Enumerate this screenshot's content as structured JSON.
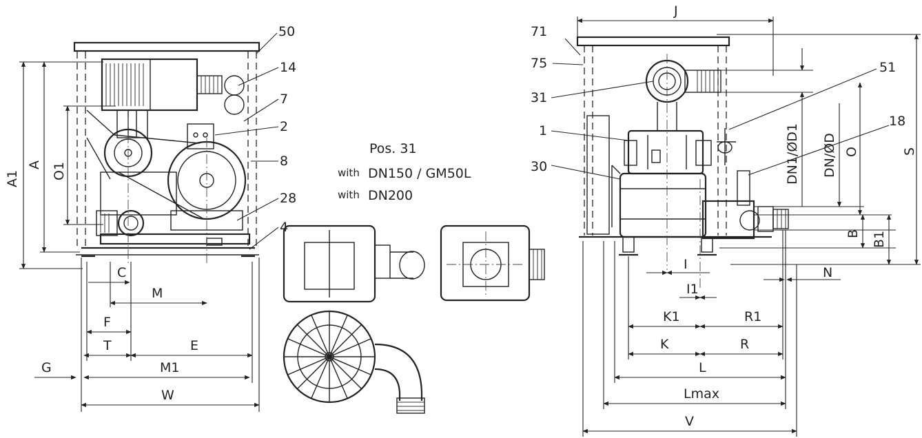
{
  "left_view": {
    "pos_labels": [
      "50",
      "14",
      "7",
      "2",
      "8",
      "28",
      "4"
    ],
    "dims": [
      "A1",
      "A",
      "O1",
      "C",
      "M",
      "F",
      "T",
      "E",
      "G",
      "M1",
      "W"
    ]
  },
  "center": {
    "title": "Pos. 31",
    "variants": [
      {
        "prefix": "with",
        "text": "DN150 / GM50L"
      },
      {
        "prefix": "with",
        "text": "DN200"
      }
    ]
  },
  "right_view": {
    "pos_labels": [
      "71",
      "75",
      "31",
      "1",
      "30",
      "51",
      "18"
    ],
    "dims_top": [
      "J"
    ],
    "dims_right": [
      "DN1/ØD1",
      "DN/ØD",
      "O",
      "S",
      "B",
      "B1",
      "N"
    ],
    "dims_bottom": [
      "I",
      "I1",
      "K1",
      "R1",
      "K",
      "R",
      "L",
      "Lmax",
      "V"
    ]
  }
}
